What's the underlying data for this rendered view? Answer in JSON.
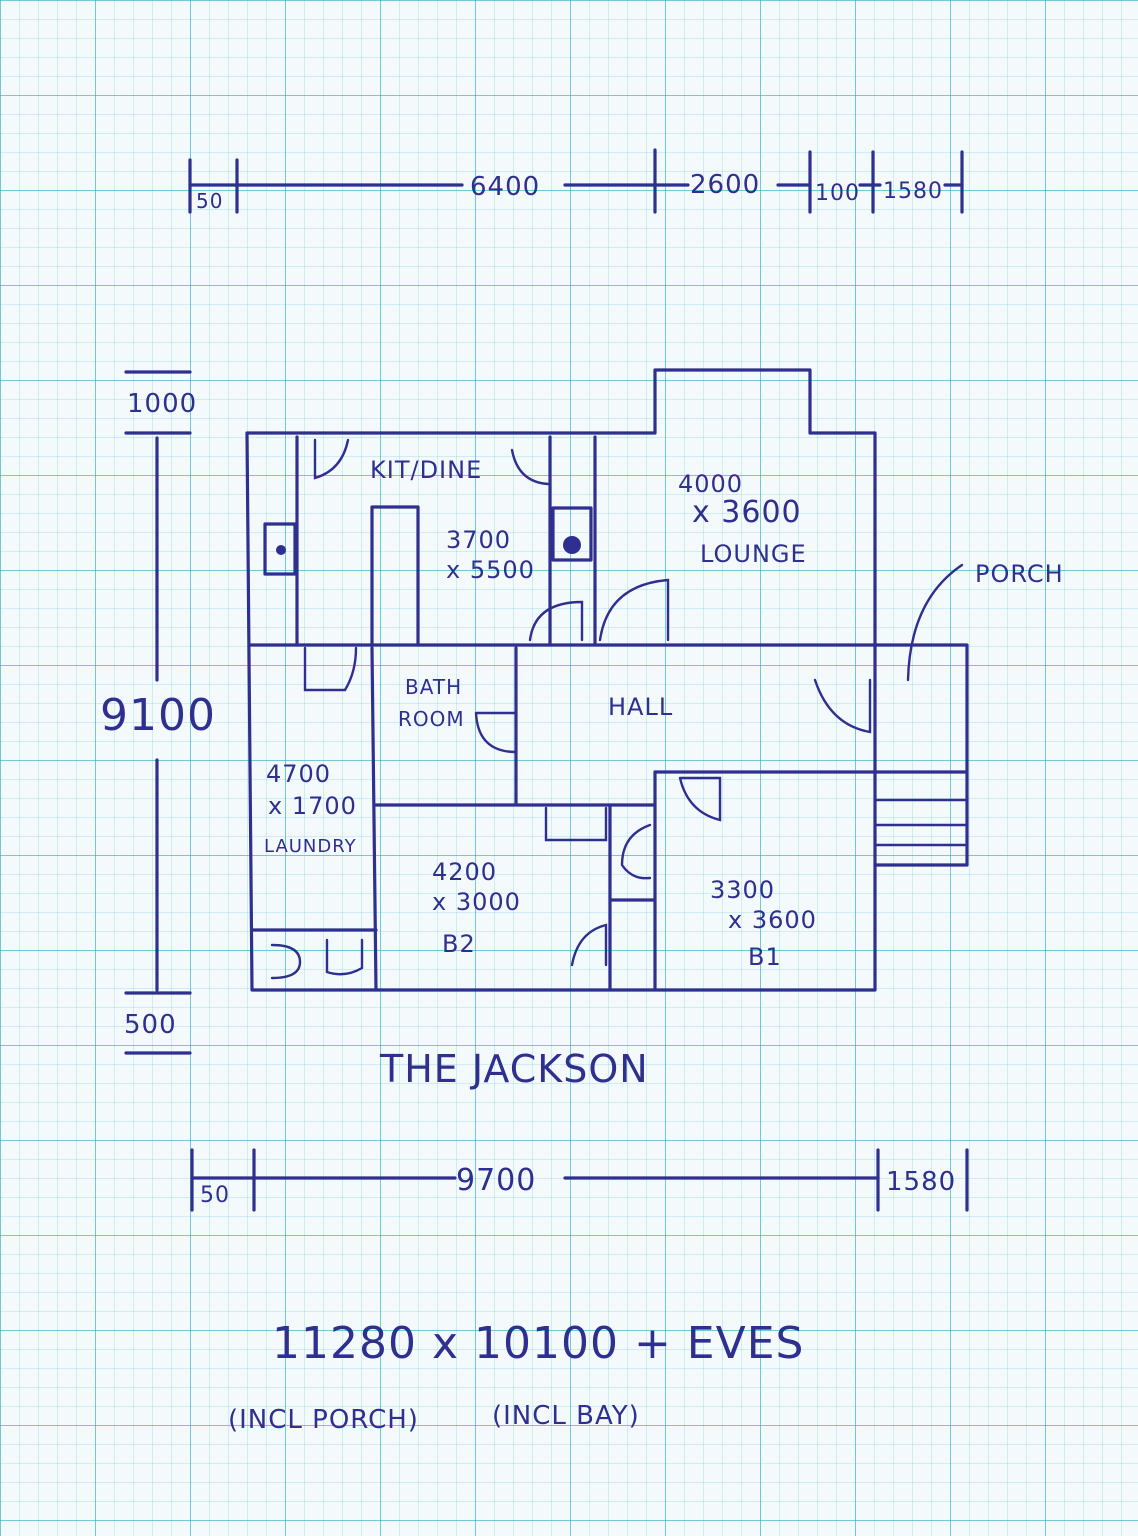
{
  "top_dimensions": [
    "50",
    "6400",
    "2600",
    "100",
    "1580"
  ],
  "bottom_dimensions": [
    "50",
    "9700",
    "1580"
  ],
  "left_dimensions": [
    "1000",
    "9100",
    "500"
  ],
  "rooms": {
    "kitchen": {
      "name": "KIT/DINE",
      "size_a": "3700",
      "size_b": "x 5500"
    },
    "lounge": {
      "name": "LOUNGE",
      "size_a": "4000",
      "size_b": "x 3600"
    },
    "porch": {
      "name": "PORCH"
    },
    "bathroom": {
      "name_a": "BATH",
      "name_b": "ROOM"
    },
    "hall": {
      "name": "HALL"
    },
    "laundry": {
      "name": "LAUNDRY",
      "size_a": "4700",
      "size_b": "x 1700"
    },
    "b2": {
      "name": "B2",
      "size_a": "4200",
      "size_b": "x 3000"
    },
    "b1": {
      "name": "B1",
      "size_a": "3300",
      "size_b": "x 3600"
    }
  },
  "title": "THE JACKSON",
  "summary": {
    "size": "11280 x 10100 + EVES",
    "note_porch": "(INCL PORCH)",
    "note_bay": "(INCL BAY)"
  }
}
